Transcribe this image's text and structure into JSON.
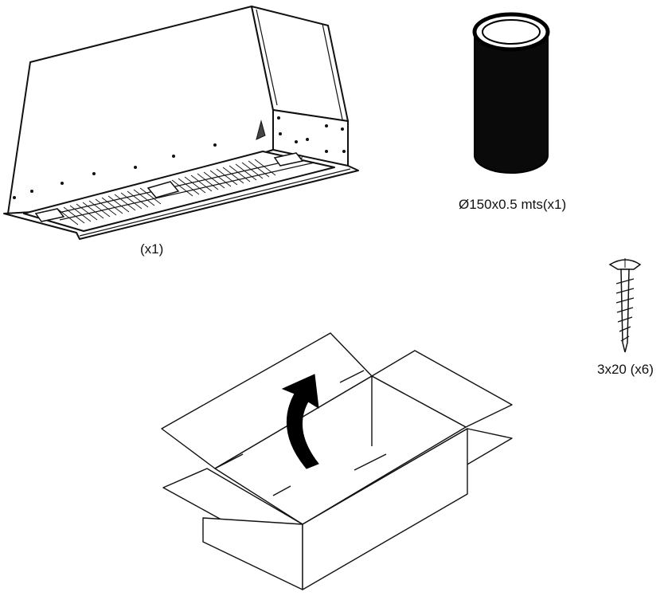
{
  "items": [
    {
      "name": "cooker-hood",
      "label": "(x1)"
    },
    {
      "name": "flexible-duct",
      "label": "Ø150x0.5 mts(x1)"
    },
    {
      "name": "screw",
      "label": "3x20 (x6)"
    },
    {
      "name": "packaging-box",
      "label": ""
    }
  ],
  "colors": {
    "line": "#111111",
    "fill": "#ffffff",
    "duct": "#0a0a0a",
    "arrow": "#000000"
  }
}
